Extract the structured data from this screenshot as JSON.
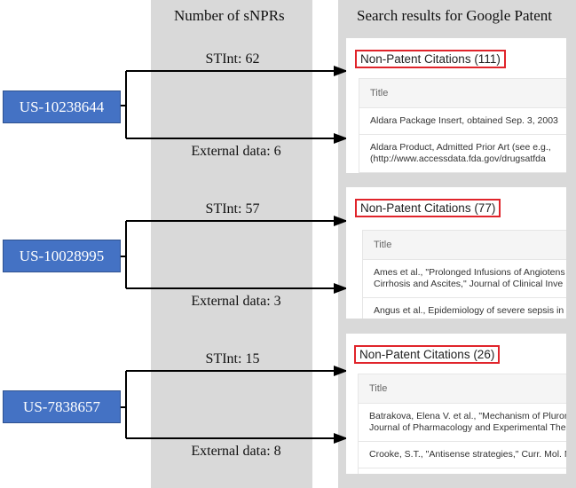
{
  "headers": {
    "left": "Number of sNPRs",
    "right": "Search results for Google Patent"
  },
  "colors": {
    "patent_box": "#4472c4",
    "highlight_box": "#e0242b",
    "column_bg": "#d9d9d9"
  },
  "rows": [
    {
      "patent": "US-10238644",
      "stint": "STInt: 62",
      "external": "External data: 6",
      "citations": "Non-Patent Citations (111)",
      "table_header": "Title",
      "entries": [
        "Aldara Package Insert, obtained Sep. 3, 2003",
        "Aldara Product, Admitted Prior Art (see e.g.,\n(http://www.accessdata.fda.gov/drugsatfda"
      ]
    },
    {
      "patent": "US-10028995",
      "stint": "STInt: 57",
      "external": "External data: 3",
      "citations": "Non-Patent Citations (77)",
      "table_header": "Title",
      "entries": [
        "Ames et al., \"Prolonged Infusions of Angiotens\nCirrhosis and Ascites,\" Journal of Clinical Inve",
        "Angus et al., Epidemiology of severe sepsis in"
      ]
    },
    {
      "patent": "US-7838657",
      "stint": "STInt: 15",
      "external": "External data: 8",
      "citations": "Non-Patent Citations (26)",
      "table_header": "Title",
      "entries": [
        "Batrakova, Elena V. et al., \"Mechanism of Pluroni\nJournal of Pharmacology and Experimental Ther",
        "Crooke, S.T., \"Antisense strategies,\" Curr. Mol. M"
      ]
    }
  ]
}
